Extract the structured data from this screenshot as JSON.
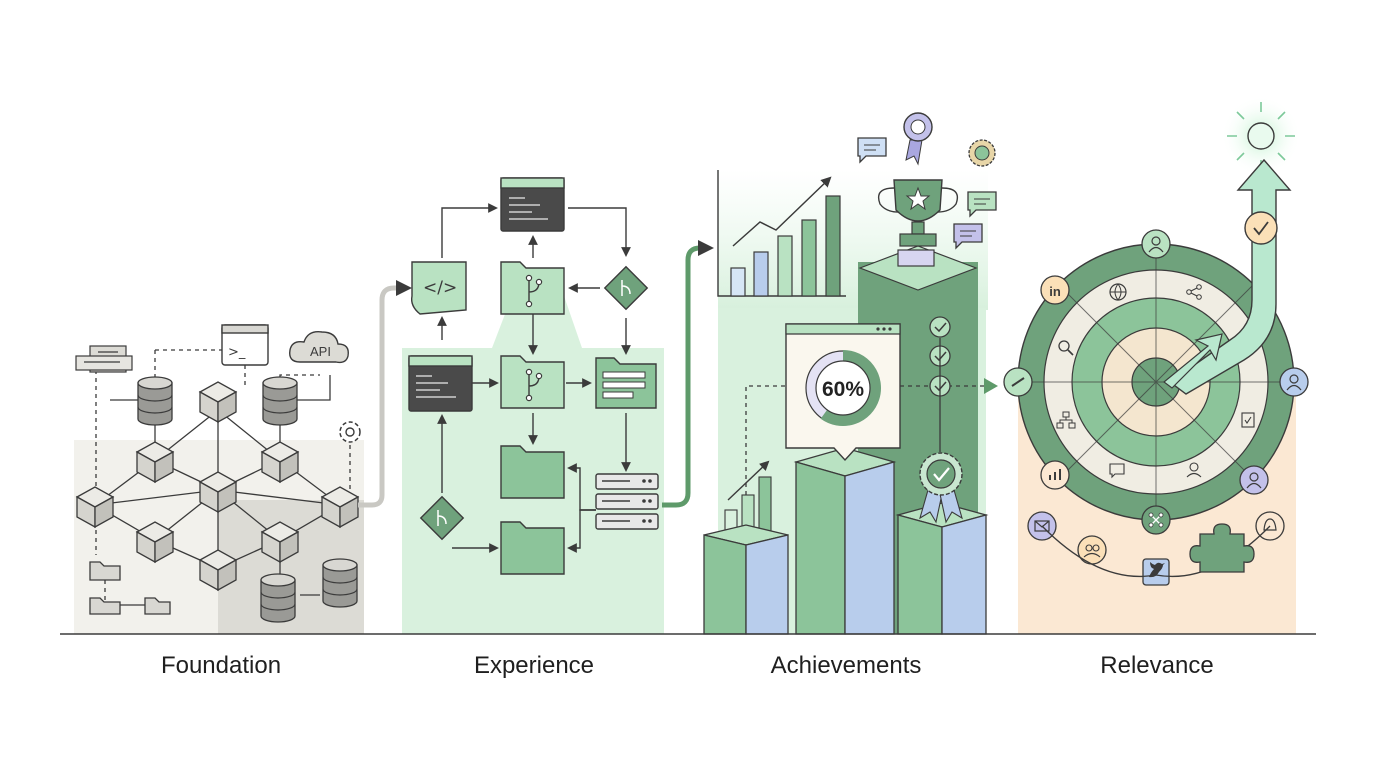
{
  "stages": [
    {
      "id": "foundation",
      "label": "Foundation"
    },
    {
      "id": "experience",
      "label": "Experience"
    },
    {
      "id": "achievements",
      "label": "Achievements"
    },
    {
      "id": "relevance",
      "label": "Relevance"
    }
  ],
  "foundation": {
    "terminal_prompt": ">_",
    "cloud_label": "API"
  },
  "experience": {
    "code_glyph": "</>"
  },
  "achievements": {
    "progress_value": "60%",
    "progress_fraction": 0.6
  },
  "relevance": {
    "social_glyph": "in"
  },
  "colors": {
    "green_dark": "#5e9a6a",
    "green_mid": "#8cc49a",
    "green_light": "#d7f0dc",
    "blue_light": "#b8cdec",
    "peach": "#fbe8d3",
    "gray_dark": "#4a4a4a",
    "gray_light": "#ecebe6",
    "gray_mid": "#d5d4ce",
    "lavender": "#c3c1ea",
    "ink": "#3b3b3b"
  }
}
